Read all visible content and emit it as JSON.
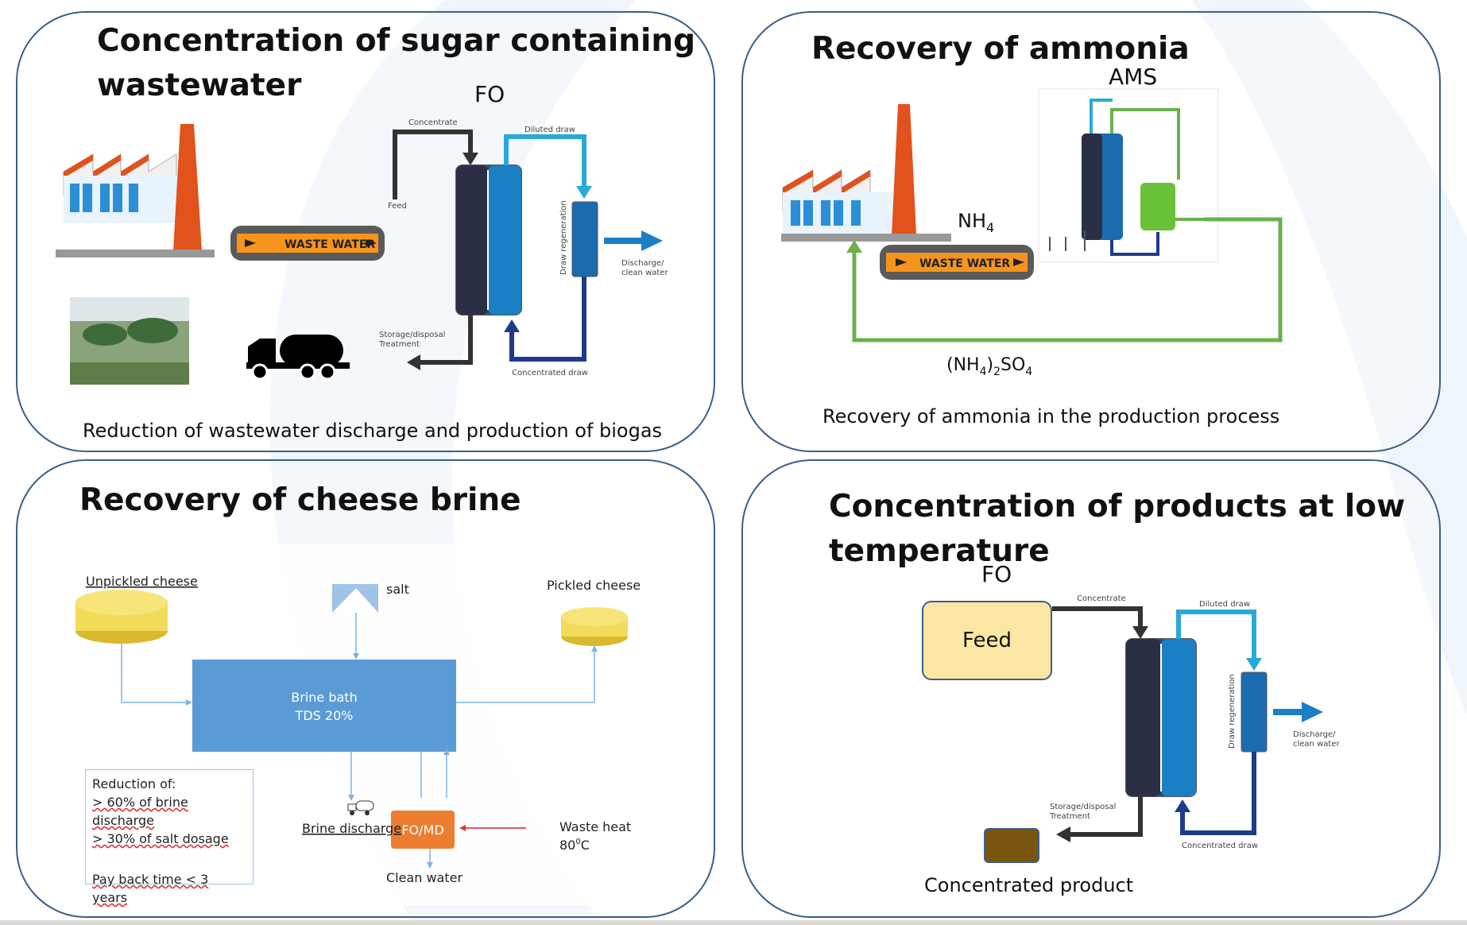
{
  "panels": {
    "sugar": {
      "title_line1": "Concentration of sugar containing",
      "title_line2": "wastewater",
      "fo_label": "FO",
      "concentrate": "Concentrate",
      "diluted_draw": "Diluted draw",
      "feed": "Feed",
      "draw_regeneration": "Draw regeneration",
      "discharge_line1": "Discharge/",
      "discharge_line2": "clean water",
      "storage_line1": "Storage/disposal",
      "storage_line2": "Treatment",
      "concentrated_draw": "Concentrated draw",
      "pipe_label": "WASTE WATER",
      "caption": "Reduction of wastewater discharge and production of biogas"
    },
    "ammonia": {
      "title": "Recovery of ammonia",
      "ams_label": "AMS",
      "nh4": "NH",
      "nh4_sub": "4",
      "sulfate_a": "(NH",
      "sulfate_sub1": "4",
      "sulfate_b": ")",
      "sulfate_sub2": "2",
      "sulfate_c": "SO",
      "sulfate_sub3": "4",
      "pipe_label": "WASTE WATER",
      "caption": "Recovery of ammonia in the production process"
    },
    "cheese": {
      "title": "Recovery of cheese brine",
      "unpickled": "Unpickled cheese",
      "salt": "salt",
      "pickled": "Pickled cheese",
      "brine_bath_line1": "Brine bath",
      "brine_bath_line2": "TDS 20%",
      "reduction_title": "Reduction of:",
      "reduction_line1": "> 60% of brine discharge",
      "reduction_line2": "> 30% of salt dosage",
      "payback": "Pay back time < 3 years",
      "brine_discharge": "Brine discharge",
      "fomd": "FO/MD",
      "waste_heat_line1": "Waste heat",
      "waste_heat_line2": "80",
      "waste_heat_sup": "0",
      "waste_heat_unit": "C",
      "clean_water": "Clean water"
    },
    "lowtemp": {
      "title_line1": "Concentration of products at low",
      "title_line2": "temperature",
      "fo_label": "FO",
      "concentrate": "Concentrate",
      "diluted_draw": "Diluted draw",
      "feed": "Feed",
      "draw_regeneration": "Draw regeneration",
      "discharge_line1": "Discharge/",
      "discharge_line2": "clean water",
      "storage_line1": "Storage/disposal",
      "storage_line2": "Treatment",
      "concentrated_draw": "Concentrated draw",
      "caption": "Concentrated product"
    }
  },
  "colors": {
    "panel_border": "#3a5f87",
    "pipe_orange": "#f7941d",
    "factory_red": "#e1521d",
    "factory_blue": "#2a8fd6",
    "draw_cyan": "#29a9d9",
    "concentrate_dark": "#3a3a3a",
    "recycle_green": "#6ab04c",
    "brine_blue": "#5b9bd5",
    "fomd_orange": "#ed7d31",
    "feed_yellow": "#fce6a4",
    "product_brown": "#7a5510",
    "cheese_yellow": "#f3db5a"
  }
}
